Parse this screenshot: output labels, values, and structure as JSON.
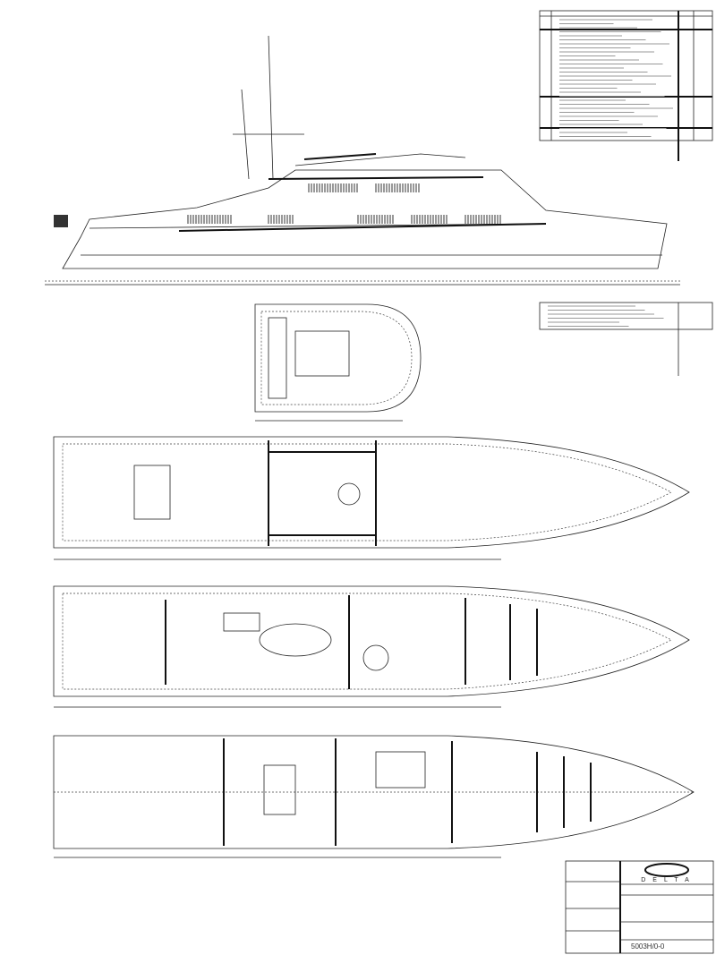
{
  "drawing": {
    "type": "general-arrangement",
    "views": [
      "profile",
      "flybridge",
      "bridge-deck",
      "main-deck",
      "lower-deck"
    ]
  },
  "title_block": {
    "logo_text": "DELTA",
    "drawing_number": "5003H/0-0"
  },
  "colors": {
    "lines": "#222222",
    "background": "#ffffff",
    "flag": "#333333"
  }
}
